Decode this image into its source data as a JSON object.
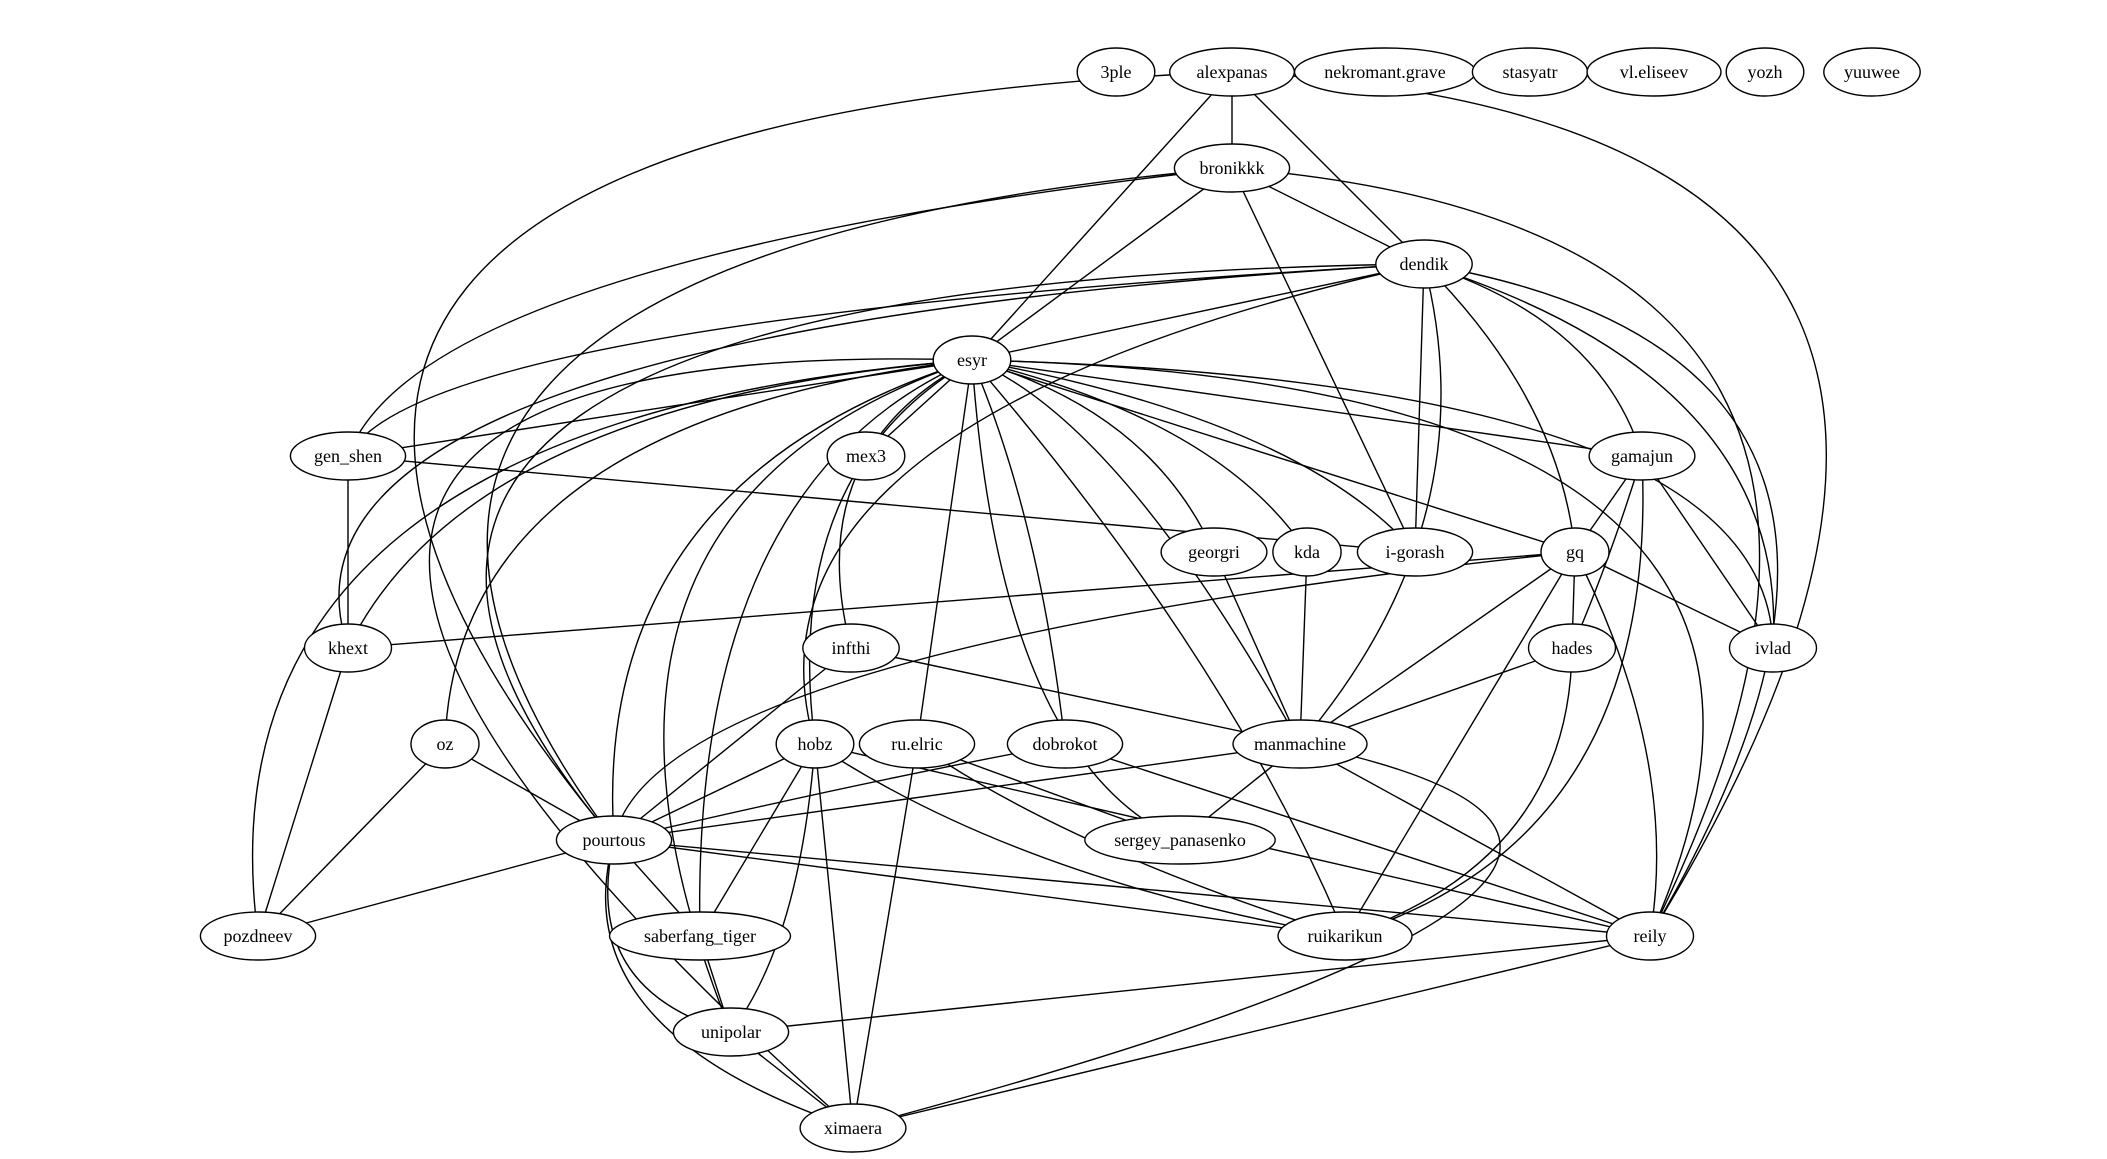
{
  "graph": {
    "nodes": [
      "3ple",
      "alexpanas",
      "nekromant.grave",
      "stasyatr",
      "vl.eliseev",
      "yozh",
      "yuuwee",
      "bronikkk",
      "dendik",
      "esyr",
      "gen_shen",
      "mex3",
      "gamajun",
      "georgri",
      "kda",
      "i-gorash",
      "gq",
      "khext",
      "infthi",
      "hades",
      "ivlad",
      "oz",
      "hobz",
      "ru.elric",
      "dobrokot",
      "manmachine",
      "pourtous",
      "sergey_panasenko",
      "pozdneev",
      "saberfang_tiger",
      "ruikarikun",
      "reily",
      "unipolar",
      "ximaera"
    ],
    "edges": [
      [
        "alexpanas",
        "bronikkk"
      ],
      [
        "alexpanas",
        "dendik"
      ],
      [
        "alexpanas",
        "esyr"
      ],
      [
        "alexpanas",
        "pourtous"
      ],
      [
        "alexpanas",
        "reily"
      ],
      [
        "bronikkk",
        "dendik"
      ],
      [
        "bronikkk",
        "esyr"
      ],
      [
        "bronikkk",
        "gen_shen"
      ],
      [
        "bronikkk",
        "i-gorash"
      ],
      [
        "bronikkk",
        "pourtous"
      ],
      [
        "bronikkk",
        "reily"
      ],
      [
        "dendik",
        "esyr"
      ],
      [
        "dendik",
        "gen_shen"
      ],
      [
        "dendik",
        "khext"
      ],
      [
        "dendik",
        "pourtous"
      ],
      [
        "dendik",
        "hobz"
      ],
      [
        "dendik",
        "i-gorash"
      ],
      [
        "dendik",
        "manmachine"
      ],
      [
        "dendik",
        "gq"
      ],
      [
        "dendik",
        "gamajun"
      ],
      [
        "dendik",
        "ivlad"
      ],
      [
        "dendik",
        "reily"
      ],
      [
        "esyr",
        "gen_shen"
      ],
      [
        "esyr",
        "mex3"
      ],
      [
        "esyr",
        "gamajun"
      ],
      [
        "esyr",
        "georgri"
      ],
      [
        "esyr",
        "kda"
      ],
      [
        "esyr",
        "i-gorash"
      ],
      [
        "esyr",
        "gq"
      ],
      [
        "esyr",
        "khext"
      ],
      [
        "esyr",
        "infthi"
      ],
      [
        "esyr",
        "oz"
      ],
      [
        "esyr",
        "hobz"
      ],
      [
        "esyr",
        "ru.elric"
      ],
      [
        "esyr",
        "dobrokot"
      ],
      [
        "esyr",
        "manmachine"
      ],
      [
        "esyr",
        "pourtous"
      ],
      [
        "esyr",
        "sergey_panasenko"
      ],
      [
        "esyr",
        "pozdneev"
      ],
      [
        "esyr",
        "saberfang_tiger"
      ],
      [
        "esyr",
        "ruikarikun"
      ],
      [
        "esyr",
        "reily"
      ],
      [
        "esyr",
        "unipolar"
      ],
      [
        "esyr",
        "ximaera"
      ],
      [
        "esyr",
        "ivlad"
      ],
      [
        "gen_shen",
        "khext"
      ],
      [
        "gen_shen",
        "i-gorash"
      ],
      [
        "gamajun",
        "gq"
      ],
      [
        "gamajun",
        "hades"
      ],
      [
        "gamajun",
        "ivlad"
      ],
      [
        "gamajun",
        "ruikarikun"
      ],
      [
        "georgri",
        "manmachine"
      ],
      [
        "kda",
        "manmachine"
      ],
      [
        "gq",
        "khext"
      ],
      [
        "gq",
        "hades"
      ],
      [
        "gq",
        "ivlad"
      ],
      [
        "gq",
        "manmachine"
      ],
      [
        "gq",
        "pourtous"
      ],
      [
        "gq",
        "ruikarikun"
      ],
      [
        "gq",
        "reily"
      ],
      [
        "khext",
        "pozdneev"
      ],
      [
        "infthi",
        "manmachine"
      ],
      [
        "infthi",
        "pourtous"
      ],
      [
        "hades",
        "manmachine"
      ],
      [
        "hades",
        "ruikarikun"
      ],
      [
        "oz",
        "pourtous"
      ],
      [
        "oz",
        "pozdneev"
      ],
      [
        "hobz",
        "pourtous"
      ],
      [
        "hobz",
        "saberfang_tiger"
      ],
      [
        "hobz",
        "ruikarikun"
      ],
      [
        "hobz",
        "reily"
      ],
      [
        "hobz",
        "unipolar"
      ],
      [
        "hobz",
        "ximaera"
      ],
      [
        "ru.elric",
        "sergey_panasenko"
      ],
      [
        "ru.elric",
        "ruikarikun"
      ],
      [
        "ru.elric",
        "ximaera"
      ],
      [
        "dobrokot",
        "pourtous"
      ],
      [
        "dobrokot",
        "reily"
      ],
      [
        "manmachine",
        "pourtous"
      ],
      [
        "manmachine",
        "sergey_panasenko"
      ],
      [
        "manmachine",
        "reily"
      ],
      [
        "manmachine",
        "ximaera"
      ],
      [
        "pourtous",
        "pozdneev"
      ],
      [
        "pourtous",
        "saberfang_tiger"
      ],
      [
        "pourtous",
        "ruikarikun"
      ],
      [
        "pourtous",
        "reily"
      ],
      [
        "pourtous",
        "unipolar"
      ],
      [
        "pourtous",
        "ximaera"
      ],
      [
        "saberfang_tiger",
        "unipolar"
      ],
      [
        "reily",
        "unipolar"
      ],
      [
        "reily",
        "ximaera"
      ],
      [
        "unipolar",
        "ximaera"
      ]
    ]
  }
}
